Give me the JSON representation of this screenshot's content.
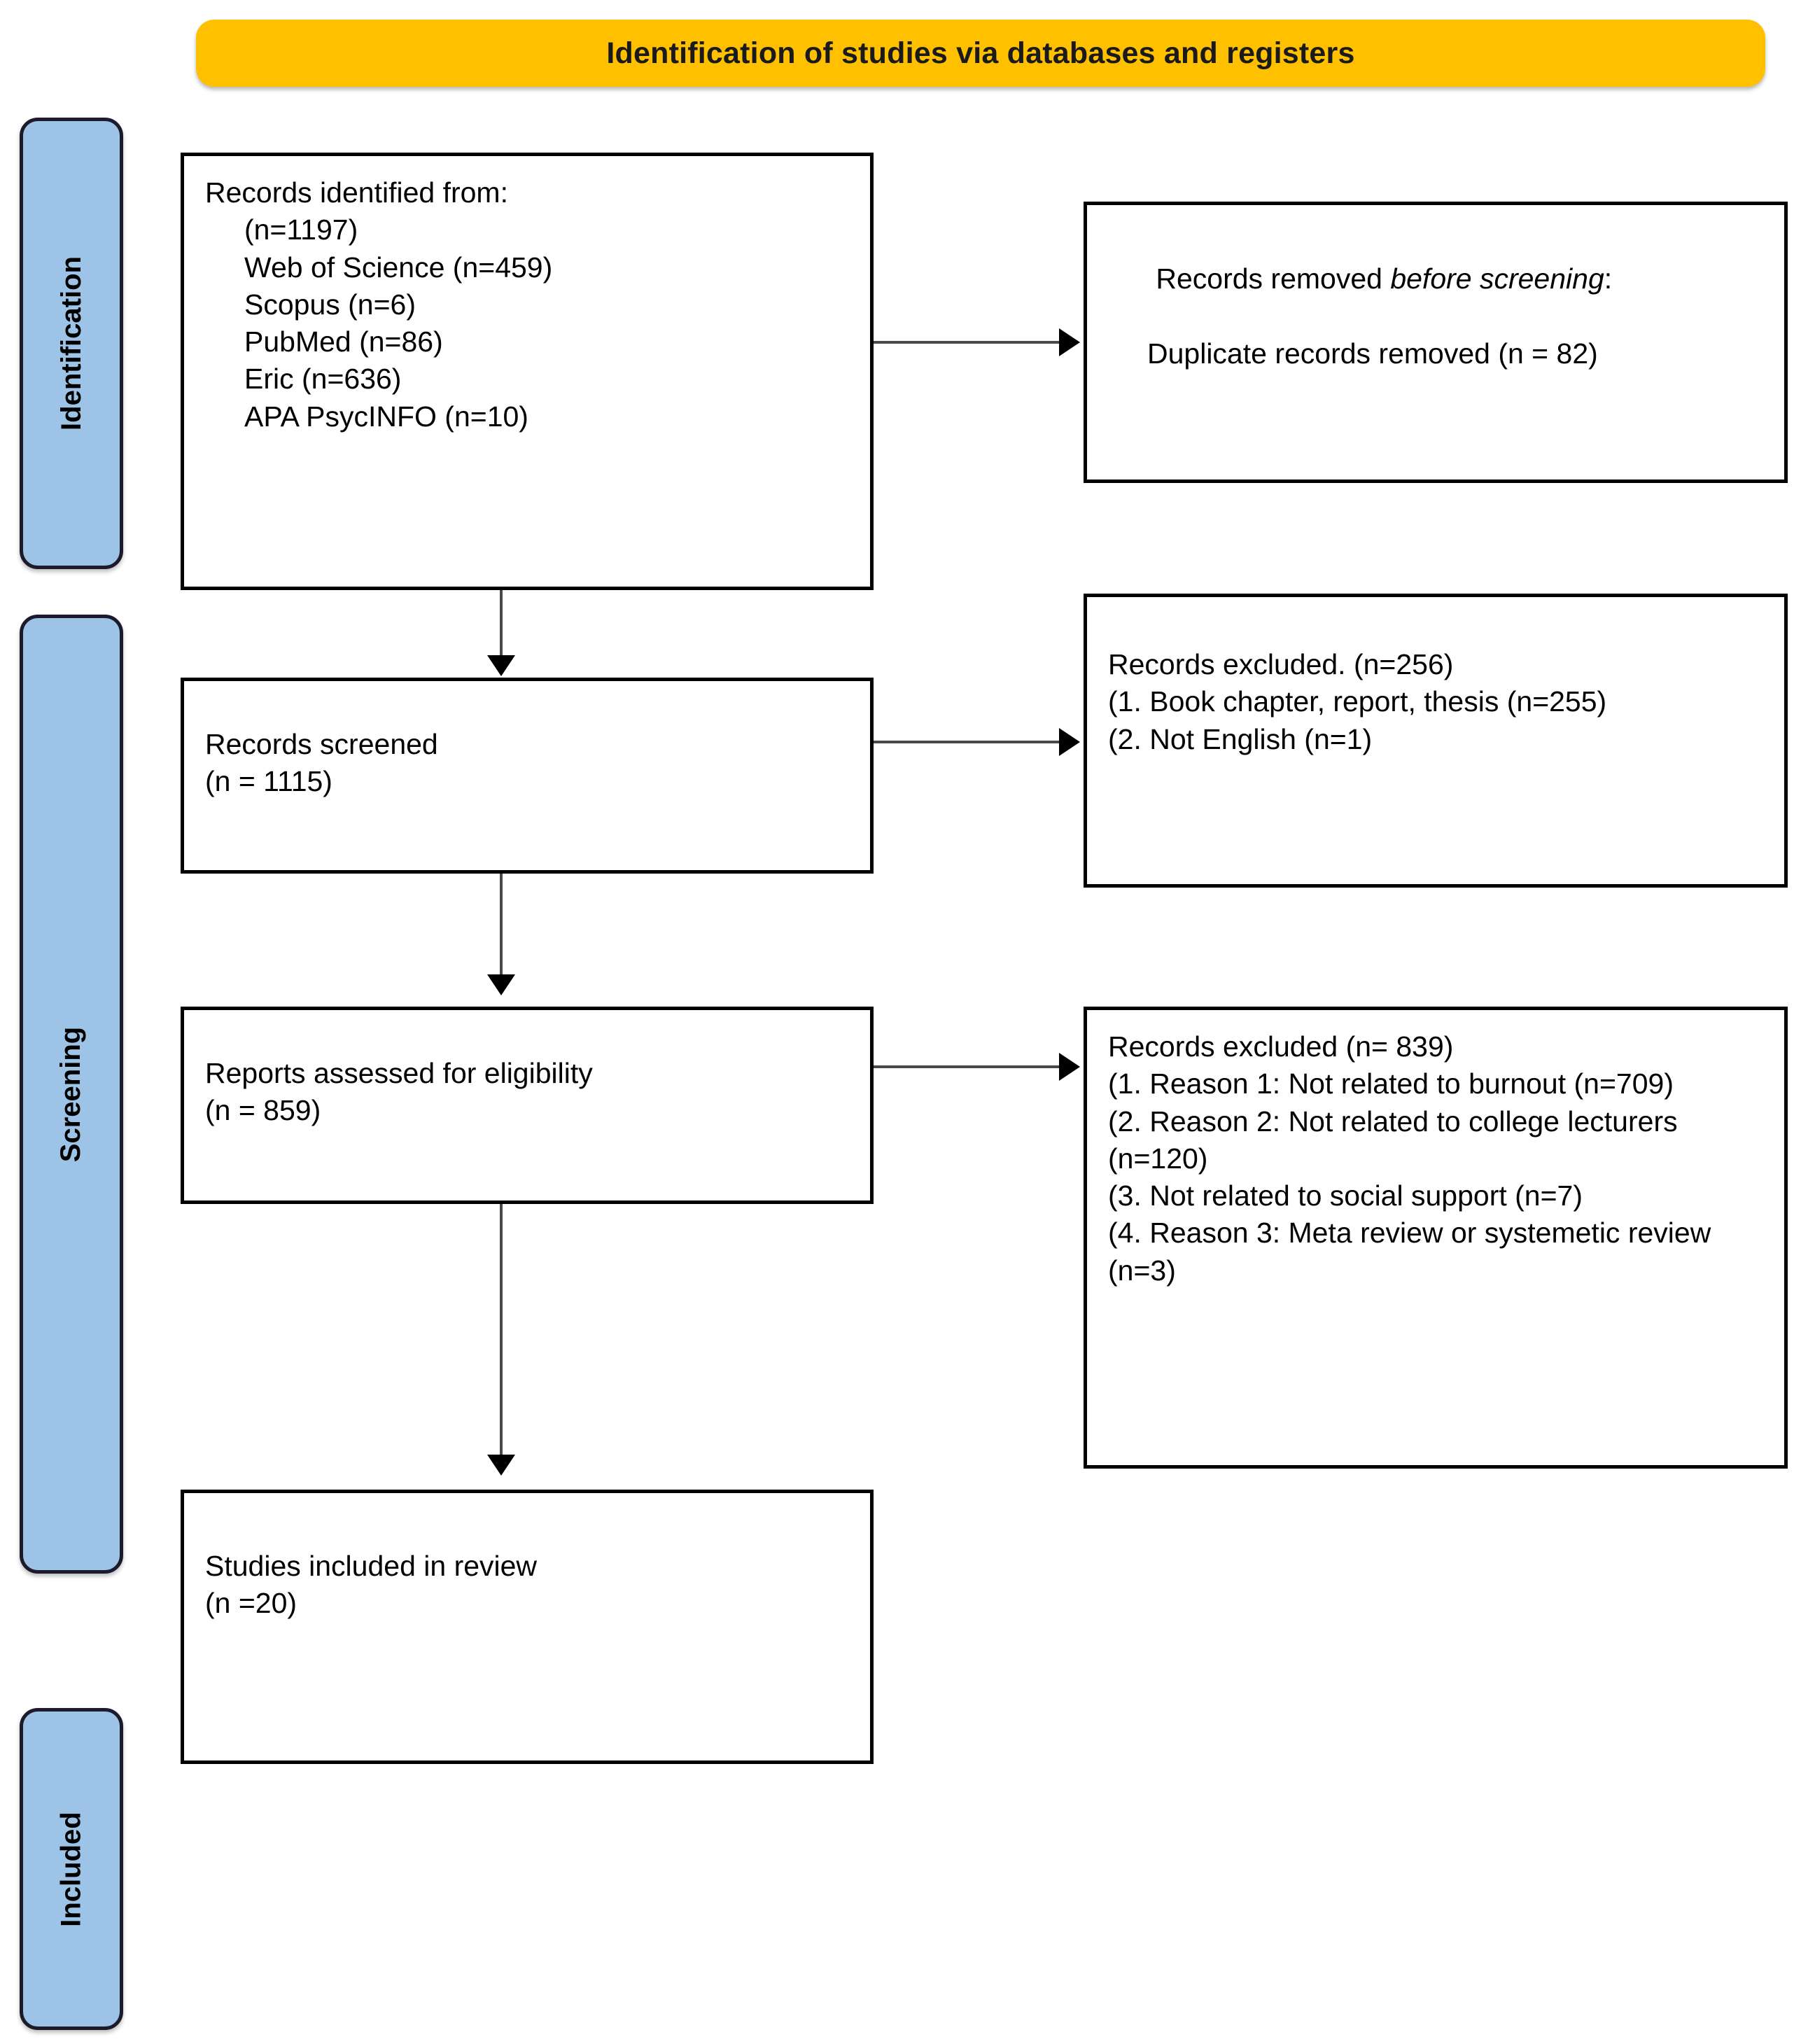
{
  "diagram": {
    "type": "prisma-flow-diagram",
    "banner": {
      "title": "Identification of studies via databases and registers",
      "color": "#FFC000"
    },
    "stage_bands": {
      "color": "#9DC3E6",
      "items": [
        {
          "label": "Identification"
        },
        {
          "label": "Screening"
        },
        {
          "label": "Included"
        }
      ]
    },
    "boxes": {
      "records_identified": {
        "line1": "Records identified from:",
        "line2": "(n=1197)",
        "line3": "Web of Science (n=459)",
        "line4": "Scopus (n=6)",
        "line5": "PubMed (n=86)",
        "line6": "Eric (n=636)",
        "line7": "APA PsycINFO (n=10)"
      },
      "records_removed": {
        "lead": "Records removed ",
        "emph": "before screening",
        "colon": ":",
        "detail": "Duplicate records removed (n = 82)"
      },
      "records_screened": {
        "line1": "Records screened",
        "line2": "(n = 1115)"
      },
      "records_excluded_screening": {
        "line1": "Records excluded. (n=256)",
        "line2": "(1. Book chapter, report, thesis (n=255)",
        "line3": "(2. Not English (n=1)"
      },
      "reports_assessed": {
        "line1": "Reports assessed for eligibility",
        "line2": "(n = 859)"
      },
      "records_excluded_eligibility": {
        "line1": "Records excluded (n= 839)",
        "line2": "(1. Reason 1: Not related to burnout (n=709)",
        "line3": "(2. Reason 2: Not related to college lecturers (n=120)",
        "line4": "(3. Not related to social support (n=7)",
        "line5": "(4. Reason 3: Meta review or systemetic review (n=3)"
      },
      "studies_included": {
        "line1": "Studies included in review",
        "line2": "(n =20)"
      }
    },
    "counts": {
      "identified_total": 1197,
      "web_of_science": 459,
      "scopus": 6,
      "pubmed": 86,
      "eric": 636,
      "apa_psycinfo": 10,
      "duplicates_removed": 82,
      "screened": 1115,
      "excluded_at_screening": 256,
      "excluded_book_chapter_report_thesis": 255,
      "excluded_not_english": 1,
      "assessed_for_eligibility": 859,
      "excluded_at_eligibility": 839,
      "excluded_not_burnout": 709,
      "excluded_not_college_lecturers": 120,
      "excluded_not_social_support": 7,
      "excluded_meta_or_systematic_review": 3,
      "included_in_review": 20
    }
  }
}
